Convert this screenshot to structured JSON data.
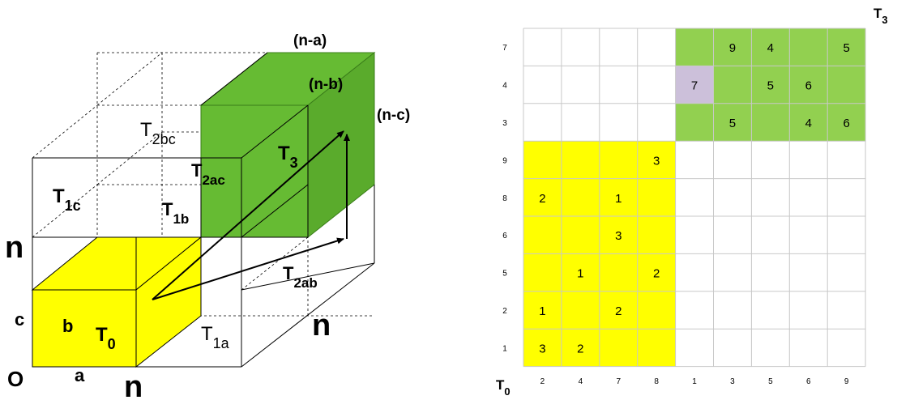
{
  "cube_labels": {
    "n_a": "(n-a)",
    "n_b": "(n-b)",
    "n_c": "(n-c)",
    "t2bc": "T",
    "t2bc_sub": "2bc",
    "t3": "T",
    "t3_sub": "3",
    "t2ac": "T",
    "t2ac_sub": "2ac",
    "t1c": "T",
    "t1c_sub": "1c",
    "t1b": "T",
    "t1b_sub": "1b",
    "t2ab": "T",
    "t2ab_sub": "2ab",
    "t0": "T",
    "t0_sub": "0",
    "t1a": "T",
    "t1a_sub": "1a",
    "n_left": "n",
    "n_right": "n",
    "n_bottom": "n",
    "c": "c",
    "b": "b",
    "a": "a",
    "origin": "O"
  },
  "colors": {
    "yellow": "#ffff00",
    "green": "#66bb33",
    "green_cell": "#92d050",
    "lavender": "#ccc0da",
    "grid": "#c8c8c8",
    "line": "#000000"
  },
  "grid": {
    "corner_top": "T",
    "corner_top_sub": "3",
    "corner_bottom": "T",
    "corner_bottom_sub": "0",
    "row_labels": [
      "7",
      "4",
      "3",
      "9",
      "8",
      "6",
      "5",
      "2",
      "1"
    ],
    "col_labels": [
      "2",
      "4",
      "7",
      "8",
      "1",
      "3",
      "5",
      "6",
      "9"
    ],
    "cells": [
      [
        "",
        "",
        "",
        "",
        "",
        "9",
        "4",
        "",
        "5"
      ],
      [
        "",
        "",
        "",
        "",
        "7",
        "",
        "5",
        "6",
        ""
      ],
      [
        "",
        "",
        "",
        "",
        "",
        "5",
        "",
        "4",
        "6"
      ],
      [
        "",
        "",
        "",
        "3",
        "",
        "",
        "",
        "",
        ""
      ],
      [
        "2",
        "",
        "1",
        "",
        "",
        "",
        "",
        "",
        ""
      ],
      [
        "",
        "",
        "3",
        "",
        "",
        "",
        "",
        "",
        ""
      ],
      [
        "",
        "1",
        "",
        "2",
        "",
        "",
        "",
        "",
        ""
      ],
      [
        "1",
        "",
        "2",
        "",
        "",
        "",
        "",
        "",
        ""
      ],
      [
        "3",
        "2",
        "",
        "",
        "",
        "",
        "",
        "",
        ""
      ]
    ],
    "fills": [
      [
        "",
        "",
        "",
        "",
        "g",
        "g",
        "g",
        "g",
        "g"
      ],
      [
        "",
        "",
        "",
        "",
        "p",
        "g",
        "g",
        "g",
        "g"
      ],
      [
        "",
        "",
        "",
        "",
        "g",
        "g",
        "g",
        "g",
        "g"
      ],
      [
        "y",
        "y",
        "y",
        "y",
        "",
        "",
        "",
        "",
        ""
      ],
      [
        "y",
        "y",
        "y",
        "y",
        "",
        "",
        "",
        "",
        ""
      ],
      [
        "y",
        "y",
        "y",
        "y",
        "",
        "",
        "",
        "",
        ""
      ],
      [
        "y",
        "y",
        "y",
        "y",
        "",
        "",
        "",
        "",
        ""
      ],
      [
        "y",
        "y",
        "y",
        "y",
        "",
        "",
        "",
        "",
        ""
      ],
      [
        "y",
        "y",
        "y",
        "y",
        "",
        "",
        "",
        "",
        ""
      ]
    ]
  }
}
